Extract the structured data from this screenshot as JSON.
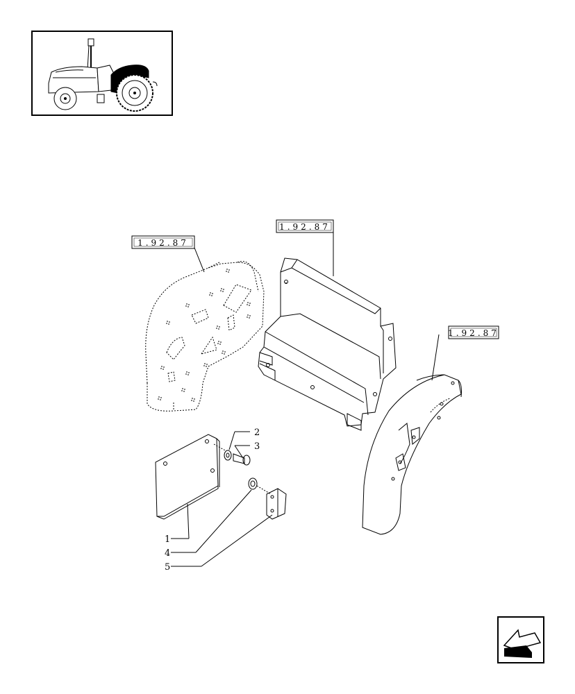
{
  "diagram": {
    "references": [
      {
        "id": "ref-left",
        "text": "1.92.87"
      },
      {
        "id": "ref-center",
        "text": "1.92.87"
      },
      {
        "id": "ref-right",
        "text": "1.92.87"
      }
    ],
    "callouts": [
      "1",
      "2",
      "3",
      "4",
      "5"
    ],
    "icons": {
      "thumbnail": "tractor-thumbnail-icon",
      "nav": "return-arrow-icon"
    }
  }
}
